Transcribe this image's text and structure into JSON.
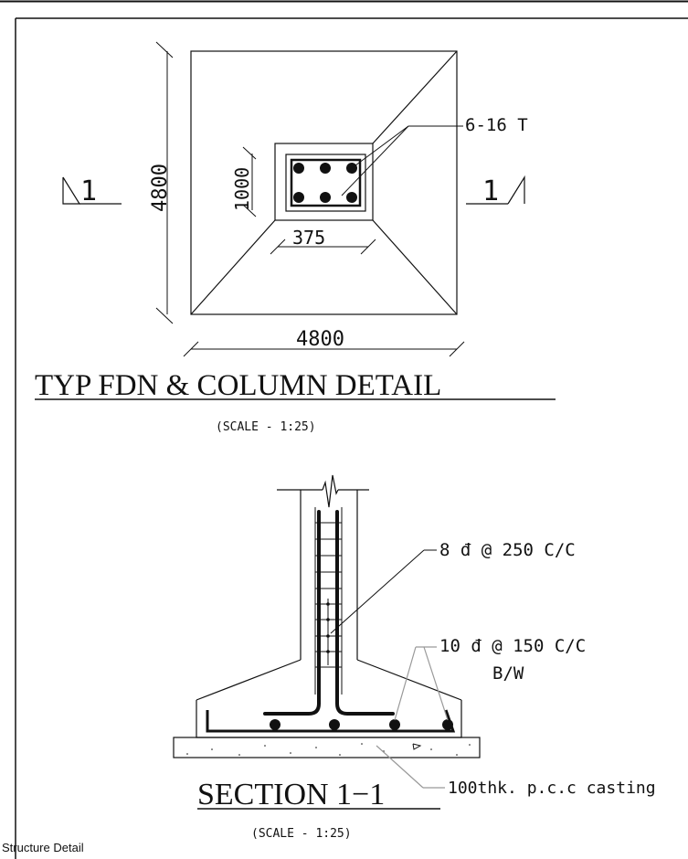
{
  "plan": {
    "width_dim": "4800",
    "height_dim": "4800",
    "column_height_dim": "1000",
    "column_width_dim": "375",
    "rebar_label": "6-16 T",
    "section_mark_left": "1",
    "section_mark_right": "1",
    "title": "TYP  FDN  &  COLUMN  DETAIL",
    "scale": "(SCALE  -  1:25)"
  },
  "section": {
    "stirrup_label": "8 đ @ 250 C/C",
    "bottom_bar_label": "10 đ @ 150 C/C",
    "bottom_bar_note": "B/W",
    "pcc_label": "100thk. p.c.c casting",
    "title": "SECTION  1−1",
    "scale": "(SCALE  -  1:25)"
  },
  "caption": "Structure Detail"
}
